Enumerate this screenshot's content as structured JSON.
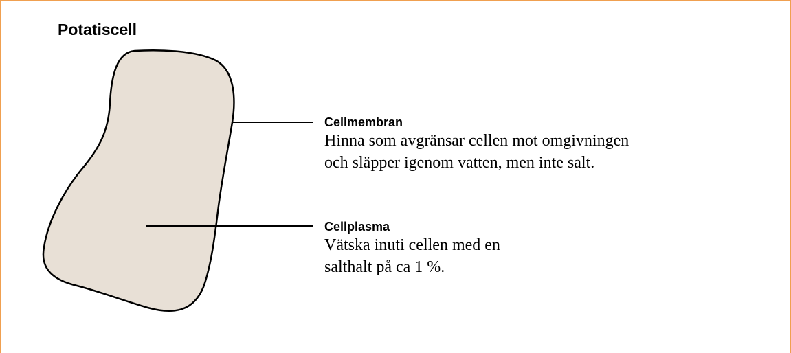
{
  "title": "Potatiscell",
  "colors": {
    "frame": "#f0a050",
    "cell_fill": "#e8e0d6",
    "cell_outline": "#000000",
    "leader_line": "#000000"
  },
  "labels": {
    "membrane": {
      "heading": "Cellmembran",
      "lines": [
        "Hinna som avgränsar cellen mot omgivningen",
        "och släpper igenom vatten, men inte salt."
      ]
    },
    "plasma": {
      "heading": "Cellplasma",
      "lines": [
        "Vätska inuti cellen med en",
        "salthalt på ca 1 %."
      ]
    }
  }
}
